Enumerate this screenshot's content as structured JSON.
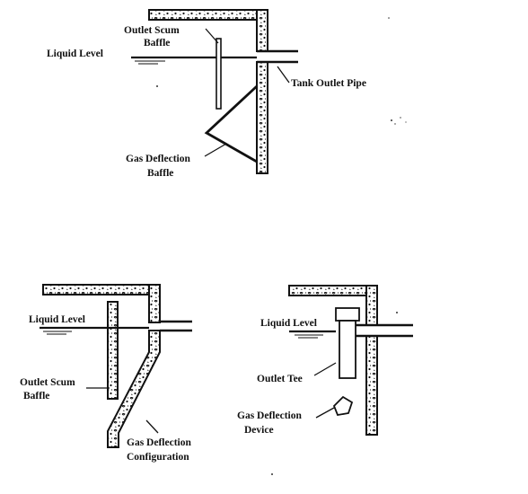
{
  "diagram_top": {
    "labels": {
      "outlet_scum_baffle_1": "Outlet Scum",
      "outlet_scum_baffle_2": "Baffle",
      "liquid_level": "Liquid Level",
      "tank_outlet_pipe": "Tank Outlet Pipe",
      "gas_deflection_baffle_1": "Gas Deflection",
      "gas_deflection_baffle_2": "Baffle"
    }
  },
  "diagram_bottom_left": {
    "labels": {
      "liquid_level": "Liquid Level",
      "outlet_scum_baffle_1": "Outlet Scum",
      "outlet_scum_baffle_2": "Baffle",
      "gas_deflection_configuration_1": "Gas Deflection",
      "gas_deflection_configuration_2": "Configuration"
    }
  },
  "diagram_bottom_right": {
    "labels": {
      "liquid_level": "Liquid Level",
      "outlet_tee": "Outlet Tee",
      "gas_deflection_device_1": "Gas Deflection",
      "gas_deflection_device_2": "Device"
    }
  }
}
